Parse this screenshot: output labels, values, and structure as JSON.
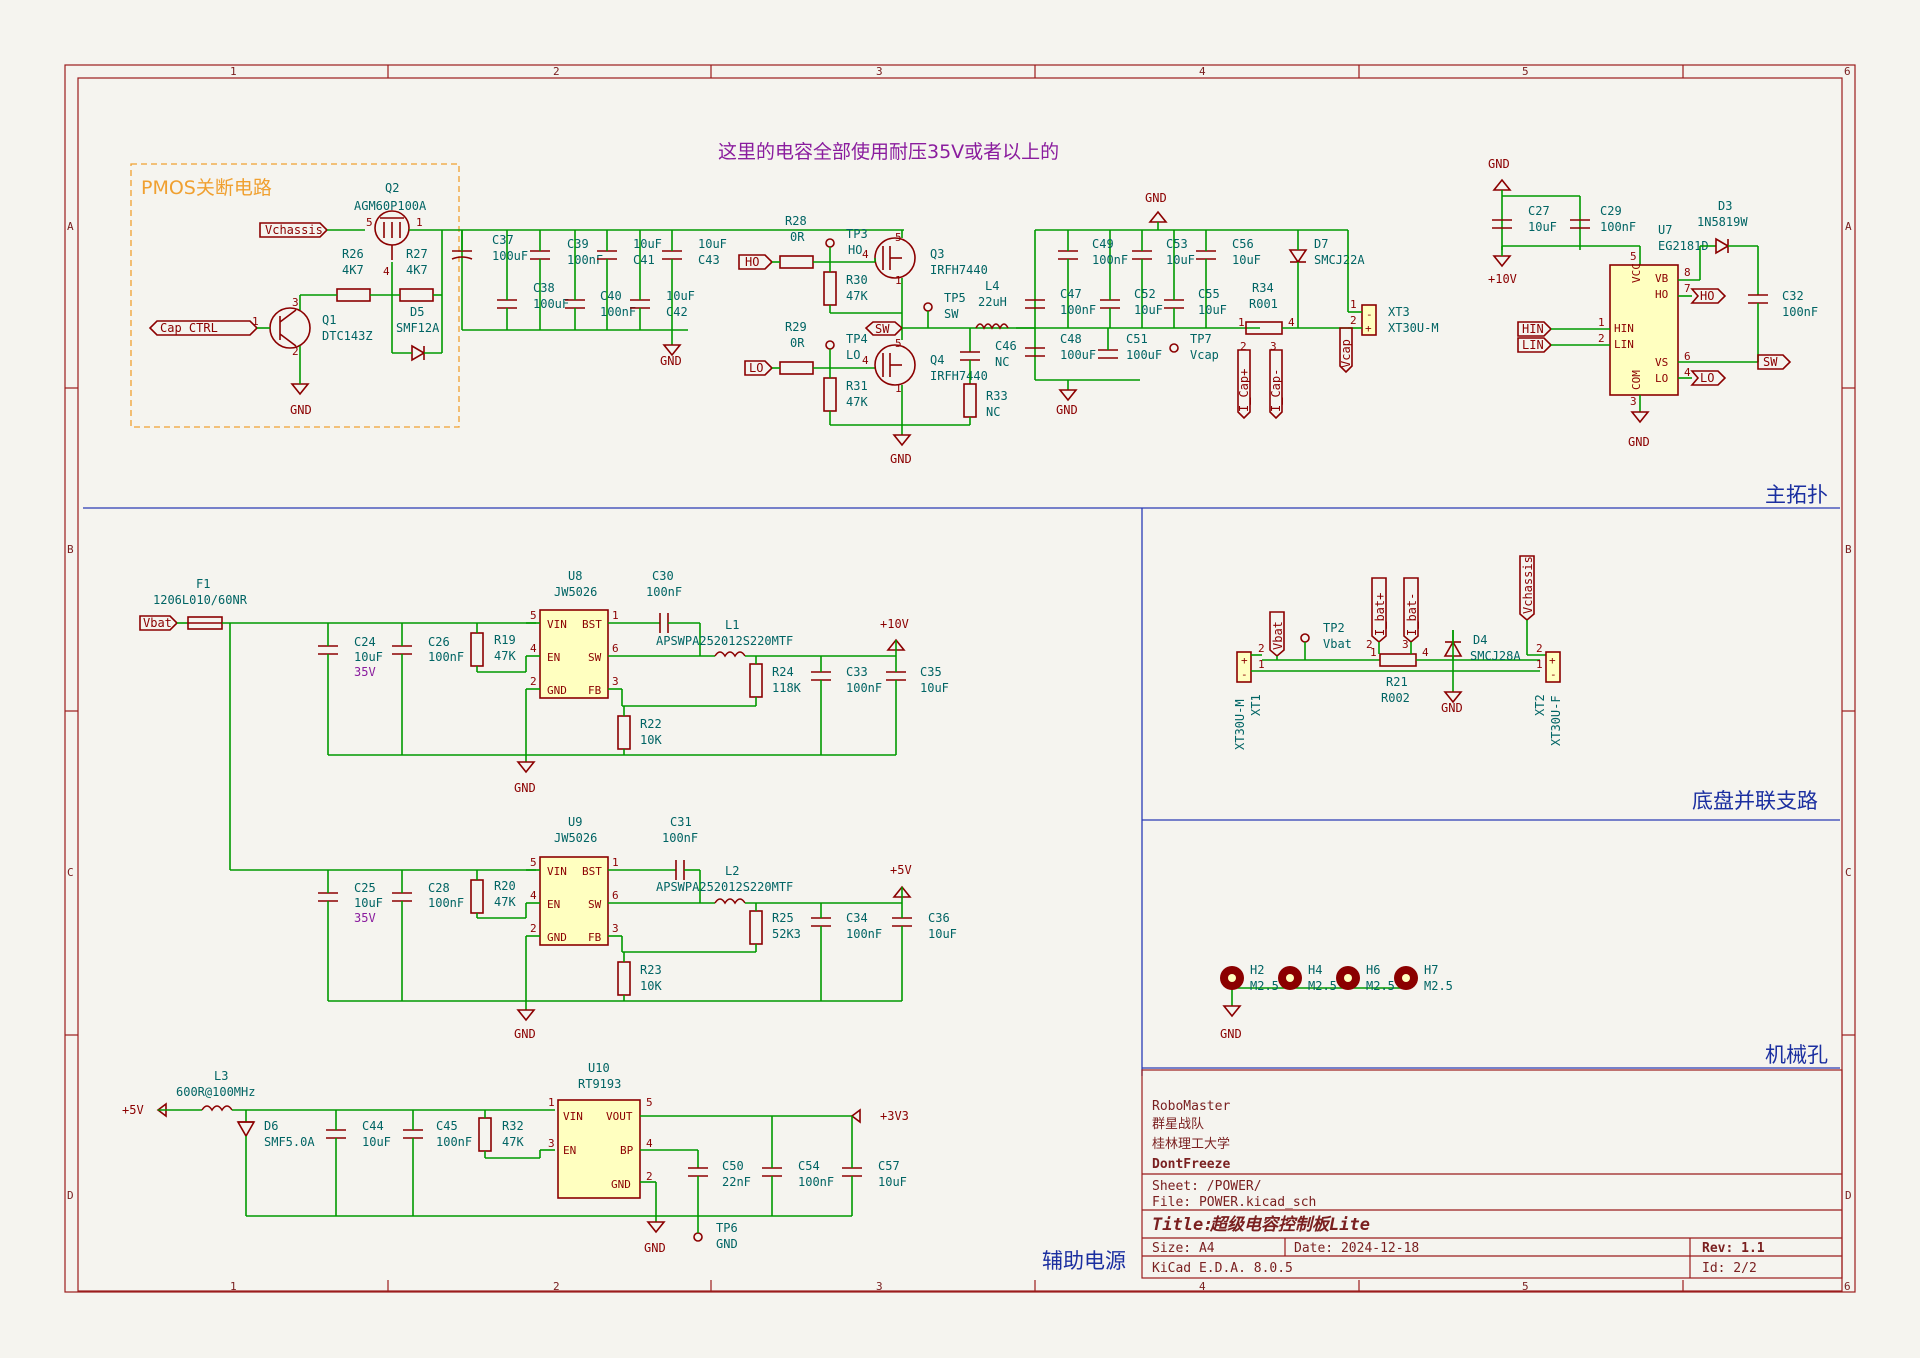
{
  "notes": {
    "capacitor_note": "这里的电容全部使用耐压35V或者以上的",
    "pmos_box": "PMOS关断电路"
  },
  "sections": {
    "main_topology": "主拓扑",
    "chassis_branch": "底盘并联支路",
    "mechanical_holes": "机械孔",
    "aux_power": "辅助电源"
  },
  "border": {
    "col_labels": [
      "1",
      "2",
      "3",
      "4",
      "5",
      "6"
    ],
    "row_labels": [
      "A",
      "B",
      "C",
      "D"
    ]
  },
  "power": {
    "gnd": "GND",
    "p10v": "+10V",
    "p5v": "+5V",
    "p3v3": "+3V3"
  },
  "labels": {
    "vchassis": "Vchassis",
    "cap_ctrl": "Cap_CTRL",
    "ho": "HO",
    "lo": "LO",
    "sw": "SW",
    "hin": "HIN",
    "lin": "LIN",
    "vbat": "Vbat",
    "vcap": "Vcap",
    "icap_p": "I_Cap+",
    "icap_n": "I_Cap-",
    "ibat_p": "I_bat+",
    "ibat_n": "I_bat-"
  },
  "parts": {
    "q2": {
      "ref": "Q2",
      "val": "AGM60P100A"
    },
    "q1": {
      "ref": "Q1",
      "val": "DTC143Z"
    },
    "r26": {
      "ref": "R26",
      "val": "4K7"
    },
    "r27": {
      "ref": "R27",
      "val": "4K7"
    },
    "d5": {
      "ref": "D5",
      "val": "SMF12A"
    },
    "c37": {
      "ref": "C37",
      "val": "100uF"
    },
    "c38": {
      "ref": "C38",
      "val": "100uF"
    },
    "c39": {
      "ref": "C39",
      "val": "100nF"
    },
    "c40": {
      "ref": "C40",
      "val": "100nF"
    },
    "c41": {
      "ref": "C41",
      "val": "10uF"
    },
    "c42": {
      "ref": "C42",
      "val": "10uF"
    },
    "c43": {
      "ref": "C43",
      "val": "10uF"
    },
    "r28": {
      "ref": "R28",
      "val": "0R"
    },
    "r29": {
      "ref": "R29",
      "val": "0R"
    },
    "tp3": {
      "ref": "TP3",
      "val": "HO"
    },
    "tp4": {
      "ref": "TP4",
      "val": "LO"
    },
    "r30": {
      "ref": "R30",
      "val": "47K"
    },
    "r31": {
      "ref": "R31",
      "val": "47K"
    },
    "q3": {
      "ref": "Q3",
      "val": "IRFH7440"
    },
    "q4": {
      "ref": "Q4",
      "val": "IRFH7440"
    },
    "tp5": {
      "ref": "TP5",
      "val": "SW"
    },
    "l4": {
      "ref": "L4",
      "val": "22uH"
    },
    "c46": {
      "ref": "C46",
      "val": "NC"
    },
    "r33": {
      "ref": "R33",
      "val": "NC"
    },
    "c47": {
      "ref": "C47",
      "val": "100nF"
    },
    "c48": {
      "ref": "C48",
      "val": "100uF"
    },
    "c49": {
      "ref": "C49",
      "val": "100nF"
    },
    "c51": {
      "ref": "C51",
      "val": "100uF"
    },
    "c52": {
      "ref": "C52",
      "val": "10uF"
    },
    "c53": {
      "ref": "C53",
      "val": "10uF"
    },
    "c55": {
      "ref": "C55",
      "val": "10uF"
    },
    "c56": {
      "ref": "C56",
      "val": "10uF"
    },
    "tp7": {
      "ref": "TP7",
      "val": "Vcap"
    },
    "r34": {
      "ref": "R34",
      "val": "R001"
    },
    "d7": {
      "ref": "D7",
      "val": "SMCJ22A"
    },
    "xt3": {
      "ref": "XT3",
      "val": "XT30U-M"
    },
    "c27": {
      "ref": "C27",
      "val": "10uF"
    },
    "c29": {
      "ref": "C29",
      "val": "100nF"
    },
    "u7": {
      "ref": "U7",
      "val": "EG2181D"
    },
    "d3": {
      "ref": "D3",
      "val": "1N5819W"
    },
    "c32": {
      "ref": "C32",
      "val": "100nF"
    },
    "f1": {
      "ref": "F1",
      "val": "1206L010/60NR"
    },
    "u8": {
      "ref": "U8",
      "val": "JW5026"
    },
    "u9": {
      "ref": "U9",
      "val": "JW5026"
    },
    "c30": {
      "ref": "C30",
      "val": "100nF"
    },
    "c31": {
      "ref": "C31",
      "val": "100nF"
    },
    "l1": {
      "ref": "L1",
      "val": "APSWPA252012S220MTF"
    },
    "l2": {
      "ref": "L2",
      "val": "APSWPA252012S220MTF"
    },
    "c24": {
      "ref": "C24",
      "val": "10uF",
      "extra": "35V"
    },
    "c25": {
      "ref": "C25",
      "val": "10uF",
      "extra": "35V"
    },
    "c26": {
      "ref": "C26",
      "val": "100nF"
    },
    "c28": {
      "ref": "C28",
      "val": "100nF"
    },
    "r19": {
      "ref": "R19",
      "val": "47K"
    },
    "r20": {
      "ref": "R20",
      "val": "47K"
    },
    "r24": {
      "ref": "R24",
      "val": "118K"
    },
    "r25": {
      "ref": "R25",
      "val": "52K3"
    },
    "r22": {
      "ref": "R22",
      "val": "10K"
    },
    "r23": {
      "ref": "R23",
      "val": "10K"
    },
    "c33": {
      "ref": "C33",
      "val": "100nF"
    },
    "c34": {
      "ref": "C34",
      "val": "100nF"
    },
    "c35": {
      "ref": "C35",
      "val": "10uF"
    },
    "c36": {
      "ref": "C36",
      "val": "10uF"
    },
    "l3": {
      "ref": "L3",
      "val": "600R@100MHz"
    },
    "d6": {
      "ref": "D6",
      "val": "SMF5.0A"
    },
    "c44": {
      "ref": "C44",
      "val": "10uF"
    },
    "c45": {
      "ref": "C45",
      "val": "100nF"
    },
    "r32": {
      "ref": "R32",
      "val": "47K"
    },
    "u10": {
      "ref": "U10",
      "val": "RT9193"
    },
    "c50": {
      "ref": "C50",
      "val": "22nF"
    },
    "c54": {
      "ref": "C54",
      "val": "100nF"
    },
    "c57": {
      "ref": "C57",
      "val": "10uF"
    },
    "tp6": {
      "ref": "TP6",
      "val": "GND"
    },
    "xt1": {
      "ref": "XT1",
      "val": "XT30U-M"
    },
    "xt2": {
      "ref": "XT2",
      "val": "XT30U-F"
    },
    "tp2": {
      "ref": "TP2",
      "val": "Vbat"
    },
    "r21": {
      "ref": "R21",
      "val": "R002"
    },
    "d4": {
      "ref": "D4",
      "val": "SMCJ28A"
    },
    "h2": {
      "ref": "H2",
      "val": "M2.5"
    },
    "h4": {
      "ref": "H4",
      "val": "M2.5"
    },
    "h6": {
      "ref": "H6",
      "val": "M2.5"
    },
    "h7": {
      "ref": "H7",
      "val": "M2.5"
    }
  },
  "pins": {
    "u7": {
      "vcc": "VCC",
      "vb": "VB",
      "ho": "HO",
      "hin": "HIN",
      "lin": "LIN",
      "vs": "VS",
      "lo": "LO",
      "com": "COM",
      "n5": "5",
      "n8": "8",
      "n7": "7",
      "n1": "1",
      "n2": "2",
      "n6": "6",
      "n4": "4",
      "n3": "3"
    },
    "jw": {
      "vin": "VIN",
      "en": "EN",
      "gnd": "GND",
      "bst": "BST",
      "sw": "SW",
      "fb": "FB",
      "n5": "5",
      "n4": "4",
      "n2": "2",
      "n1": "1",
      "n6": "6",
      "n3": "3"
    },
    "rt": {
      "vin": "VIN",
      "en": "EN",
      "vout": "VOUT",
      "bp": "BP",
      "gnd": "GND",
      "n1": "1",
      "n3": "3",
      "n5": "5",
      "n4": "4",
      "n2": "2"
    },
    "q2": {
      "n5": "5",
      "n1": "1",
      "n4": "4"
    },
    "q1": {
      "n1": "1",
      "n2": "2",
      "n3": "3"
    },
    "mos": {
      "n4": "4",
      "n5": "5",
      "n1": "1"
    },
    "r34": {
      "n1": "1",
      "n2": "2",
      "n3": "3",
      "n4": "4"
    },
    "conn": {
      "n1": "1",
      "n2": "2",
      "plus": "+",
      "minus": "-"
    }
  },
  "title_block": {
    "company": "RoboMaster",
    "team": "群星战队",
    "school": "桂林理工大学",
    "project": "DontFreeze",
    "sheet": "Sheet: /POWER/",
    "file": "File: POWER.kicad_sch",
    "title_prefix": "Title:",
    "title": "超级电容控制板Lite",
    "size": "Size: A4",
    "date": "Date: 2024-12-18",
    "rev": "Rev: 1.1",
    "tool": "KiCad E.D.A. 8.0.5",
    "id": "Id: 2/2"
  },
  "colors": {
    "wire": "#009900",
    "symbol": "#8b0000",
    "symbol_fill": "#ffffc0",
    "ref_text": "#006464",
    "border": "#9b1c1c",
    "section_text": "#1b2fa0",
    "note_text": "#8a1c9e",
    "pmos_box": "#f0a030",
    "background": "#f5f4ef"
  }
}
